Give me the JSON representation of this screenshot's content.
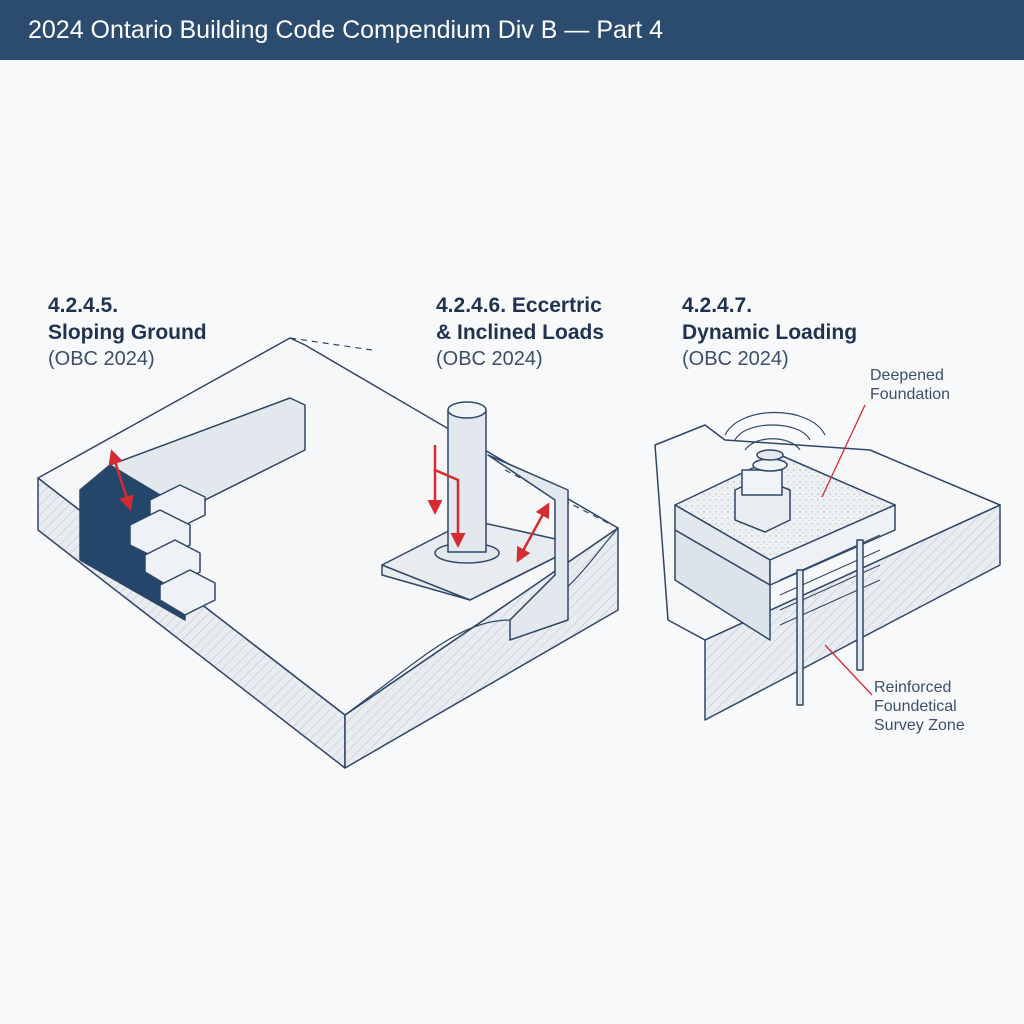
{
  "header": {
    "title": "2024 Ontario Building Code Compendium Div B — Part 4"
  },
  "sections": [
    {
      "number": "4.2.4.5.",
      "title": "Sloping Ground",
      "subtitle": "(OBC 2024)"
    },
    {
      "number": "4.2.4.6. Eccertric",
      "title": "& Inclined Loads",
      "subtitle": "(OBC 2024)"
    },
    {
      "number": "4.2.4.7.",
      "title": "Dynamic Loading",
      "subtitle": "(OBC 2024)"
    }
  ],
  "callouts": {
    "deepened": [
      "Deepened",
      "Foundation"
    ],
    "reinforced": [
      "Reinforced",
      "Foundetical",
      "Survey Zone"
    ]
  },
  "colors": {
    "header": "#2b4c6f",
    "line": "#2f4766",
    "arrow": "#d62b32",
    "dark_face": "#24466b",
    "light_face": "#e3e8ef"
  }
}
